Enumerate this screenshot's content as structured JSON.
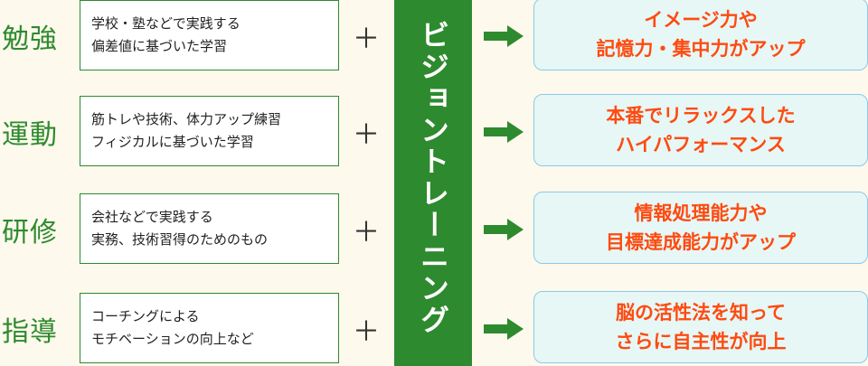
{
  "center_label": "ビジョントレーニング",
  "rows": [
    {
      "category": "勉強",
      "method": [
        "学校・塾などで実践する",
        "偏差値に基づいた学習"
      ],
      "plus": "＋",
      "result": [
        "イメージ力や",
        "記憶力・集中力がアップ"
      ]
    },
    {
      "category": "運動",
      "method": [
        "筋トレや技術、体力アップ練習",
        "フィジカルに基づいた学習"
      ],
      "plus": "＋",
      "result": [
        "本番でリラックスした",
        "ハイパフォーマンス"
      ]
    },
    {
      "category": "研修",
      "method": [
        "会社などで実践する",
        "実務、技術習得のためのもの"
      ],
      "plus": "＋",
      "result": [
        "情報処理能力や",
        "目標達成能力がアップ"
      ]
    },
    {
      "category": "指導",
      "method": [
        "コーチングによる",
        "モチベーションの向上など"
      ],
      "plus": "＋",
      "result": [
        "脳の活性法を知って",
        "さらに自主性が向上"
      ]
    }
  ],
  "colors": {
    "green": "#2e8a2e",
    "orange_text": "#ff4a10",
    "result_bg": "#e6f7f5",
    "result_border": "#8cc9ec",
    "page_bg": "#fdf9ec"
  },
  "icons": {
    "arrow": "right-arrow-icon"
  }
}
